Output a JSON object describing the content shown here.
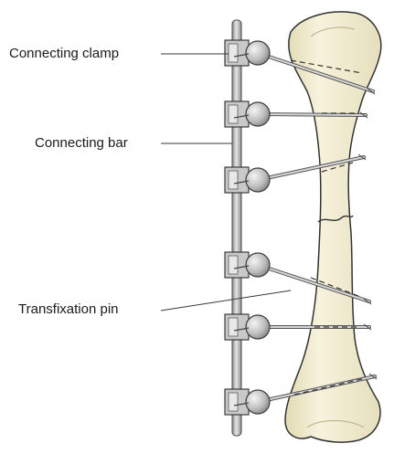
{
  "labels": {
    "connecting_clamp": "Connecting clamp",
    "connecting_bar": "Connecting bar",
    "transfixation_pin": "Transfixation pin"
  },
  "colors": {
    "bone_fill": "#f3eed4",
    "bone_shadow": "#e1d9b4",
    "bone_outline": "#333333",
    "metal_light": "#dcdcdc",
    "metal_mid": "#b8b8b8",
    "metal_dark": "#7c7c7c",
    "text": "#1a1a1a"
  },
  "components": {
    "clamp_count": 6,
    "pin_count": 6,
    "fracture_line": true
  }
}
